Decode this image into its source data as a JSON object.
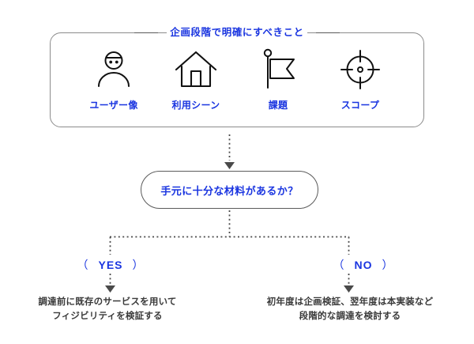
{
  "diagram": {
    "panel": {
      "title": "企画段階で明確にすべきこと",
      "items": [
        {
          "icon": "user-persona-icon",
          "label": "ユーザー像"
        },
        {
          "icon": "house-scene-icon",
          "label": "利用シーン"
        },
        {
          "icon": "flag-issue-icon",
          "label": "課題"
        },
        {
          "icon": "target-scope-icon",
          "label": "スコープ"
        }
      ]
    },
    "decision": {
      "label": "手元に十分な材料があるか？"
    },
    "branches": [
      {
        "key": "yes",
        "open_paren": "（",
        "label": "YES",
        "close_paren": "）",
        "outcome_lines": [
          "調達前に既存のサービスを用いて",
          "フィジビリティを検証する"
        ]
      },
      {
        "key": "no",
        "open_paren": "（",
        "label": "NO",
        "close_paren": "）",
        "outcome_lines": [
          "初年度は企画検証、翌年度は本実装など",
          "段階的な調達を検討する"
        ]
      }
    ],
    "colors": {
      "accent_blue": "#1a35e0",
      "icon_stroke": "#111111",
      "panel_border": "#8c8c8c",
      "decision_border": "#5b5b5b",
      "connector": "#4a4a4a",
      "body_text": "#3a3a3a",
      "background": "#ffffff"
    }
  }
}
